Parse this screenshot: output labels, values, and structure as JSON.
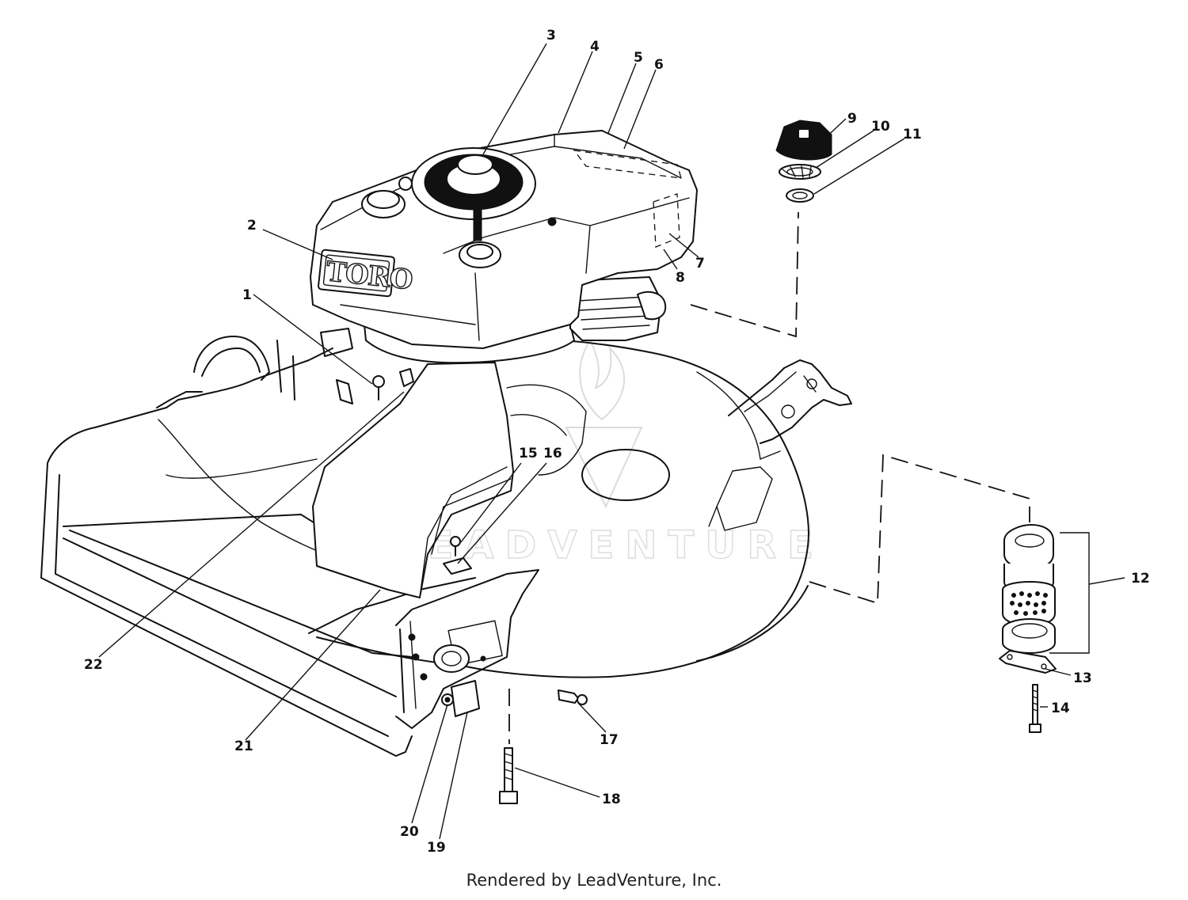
{
  "brand_logo_text": "TORO",
  "watermark_text": "LEADVENTURE",
  "footer_text": "Rendered by LeadVenture, Inc.",
  "callouts": [
    "1",
    "2",
    "3",
    "4",
    "5",
    "6",
    "7",
    "8",
    "9",
    "10",
    "11",
    "12",
    "13",
    "14",
    "15",
    "16",
    "17",
    "18",
    "19",
    "20",
    "21",
    "22"
  ]
}
